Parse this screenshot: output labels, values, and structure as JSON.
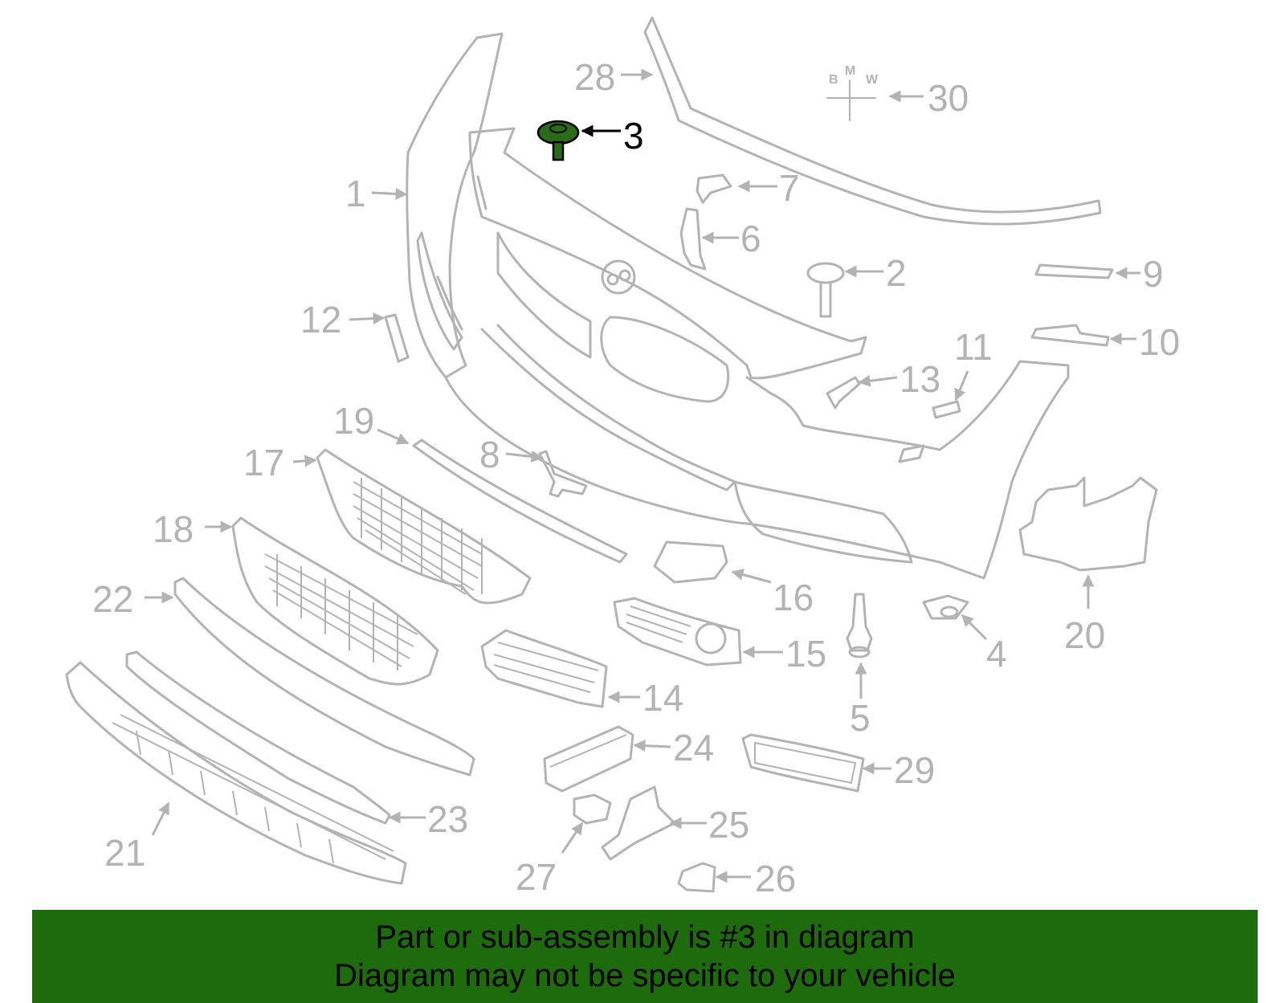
{
  "colors": {
    "line": "#b3b3b3",
    "highlight_fill": "#2a6b17",
    "highlight_text": "#000000",
    "banner_bg": "#1e6b0e"
  },
  "callouts": [
    {
      "id": "1",
      "label": "1"
    },
    {
      "id": "2",
      "label": "2"
    },
    {
      "id": "3",
      "label": "3",
      "highlighted": true
    },
    {
      "id": "4",
      "label": "4"
    },
    {
      "id": "5",
      "label": "5"
    },
    {
      "id": "6",
      "label": "6"
    },
    {
      "id": "7",
      "label": "7"
    },
    {
      "id": "8",
      "label": "8"
    },
    {
      "id": "9",
      "label": "9"
    },
    {
      "id": "10",
      "label": "10"
    },
    {
      "id": "11",
      "label": "11"
    },
    {
      "id": "12",
      "label": "12"
    },
    {
      "id": "13",
      "label": "13"
    },
    {
      "id": "14",
      "label": "14"
    },
    {
      "id": "15",
      "label": "15"
    },
    {
      "id": "16",
      "label": "16"
    },
    {
      "id": "17",
      "label": "17"
    },
    {
      "id": "18",
      "label": "18"
    },
    {
      "id": "19",
      "label": "19"
    },
    {
      "id": "20",
      "label": "20"
    },
    {
      "id": "21",
      "label": "21"
    },
    {
      "id": "22",
      "label": "22"
    },
    {
      "id": "23",
      "label": "23"
    },
    {
      "id": "24",
      "label": "24"
    },
    {
      "id": "25",
      "label": "25"
    },
    {
      "id": "26",
      "label": "26"
    },
    {
      "id": "27",
      "label": "27"
    },
    {
      "id": "28",
      "label": "28"
    },
    {
      "id": "29",
      "label": "29"
    },
    {
      "id": "30",
      "label": "30"
    }
  ],
  "logo_letters": [
    "B",
    "M",
    "W"
  ],
  "banner": {
    "line1": "Part or sub-assembly is #3 in diagram",
    "line2": "Diagram may not be specific to your vehicle"
  }
}
